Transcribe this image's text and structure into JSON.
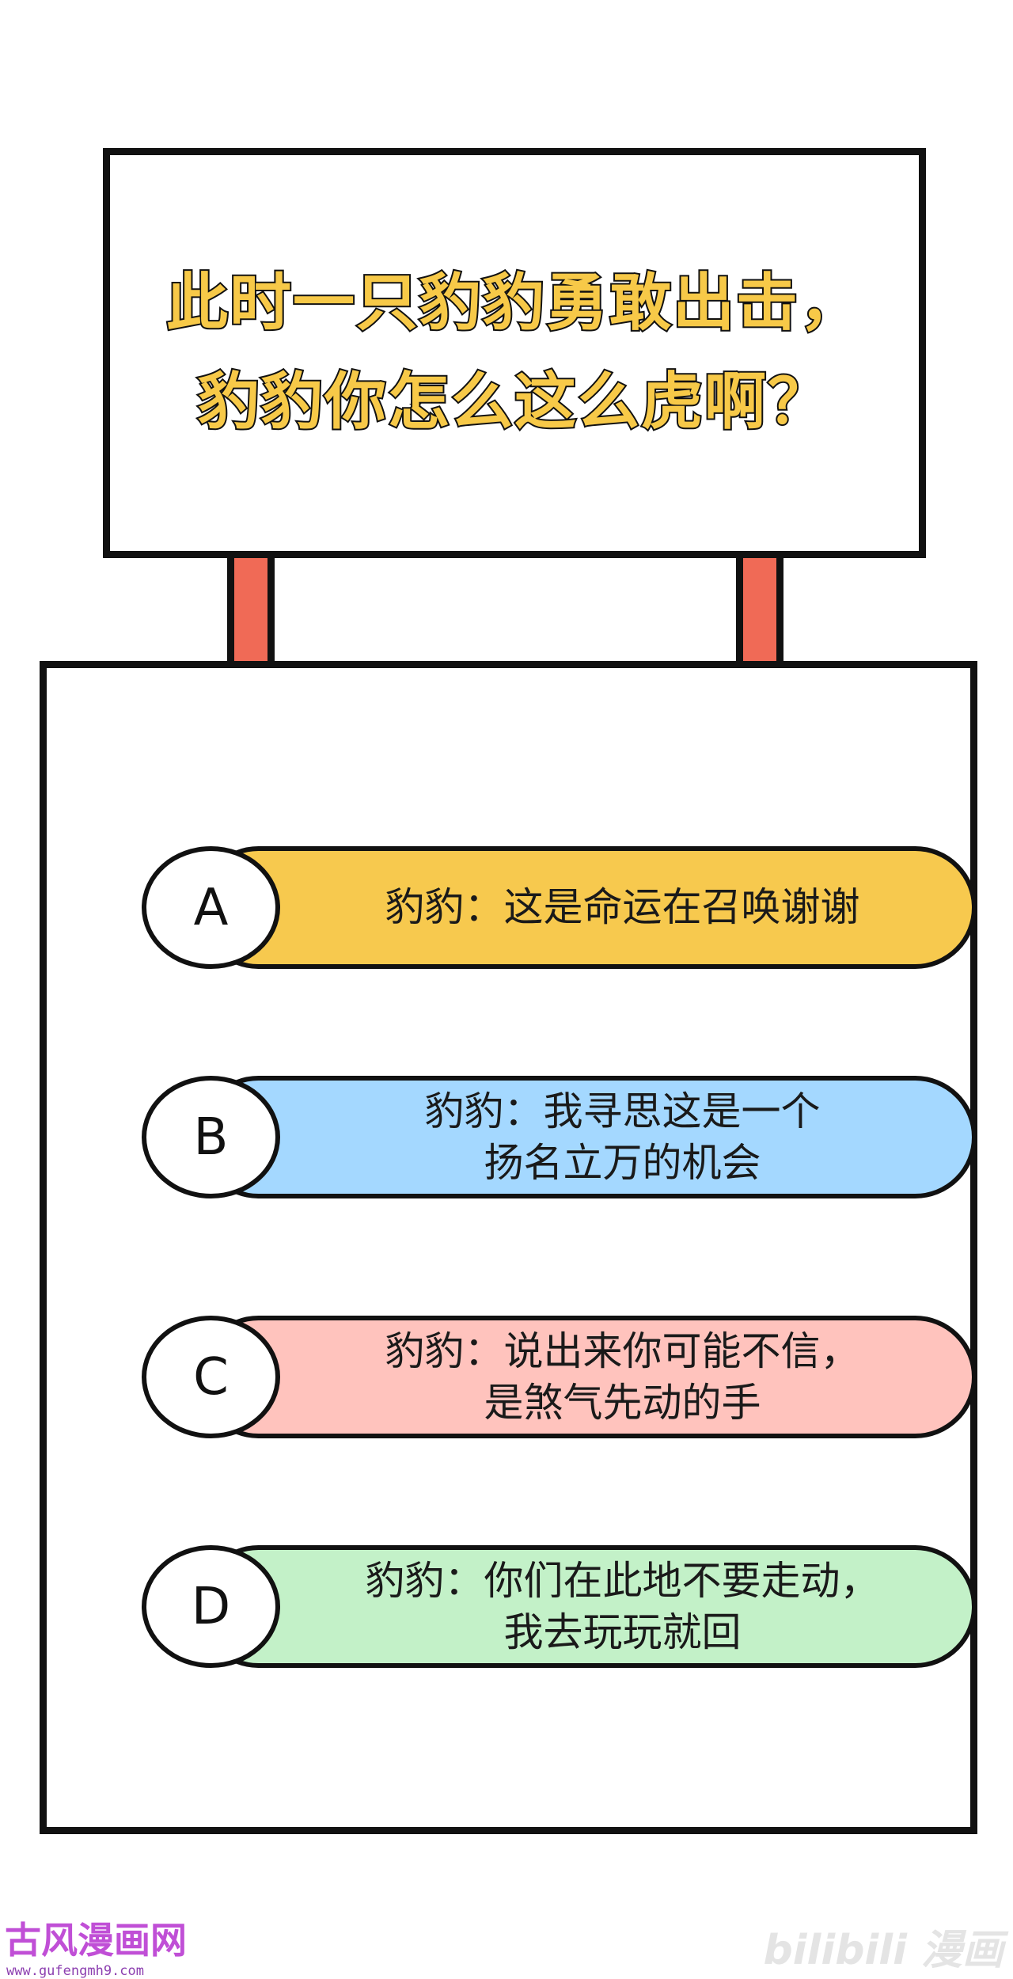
{
  "question": {
    "line1": "此时一只豹豹勇敢出击，",
    "line2": "豹豹你怎么这么虎啊？"
  },
  "options": [
    {
      "letter": "A",
      "text": "豹豹：这是命运在召唤谢谢",
      "color": "#f7c94e"
    },
    {
      "letter": "B",
      "text": "豹豹：我寻思这是一个\n扬名立万的机会",
      "color": "#a4d8ff"
    },
    {
      "letter": "C",
      "text": "豹豹：说出来你可能不信，\n是煞气先动的手",
      "color": "#ffc3bd"
    },
    {
      "letter": "D",
      "text": "豹豹：你们在此地不要走动，\n我去玩玩就回",
      "color": "#c3f1c8"
    }
  ],
  "colors": {
    "post": "#f06a56",
    "title_fill": "#f7c948"
  },
  "watermarks": {
    "left_logo": "古风漫画网",
    "left_url": "www.gufengmh9.com",
    "right_logo": "bilibili 漫画"
  }
}
